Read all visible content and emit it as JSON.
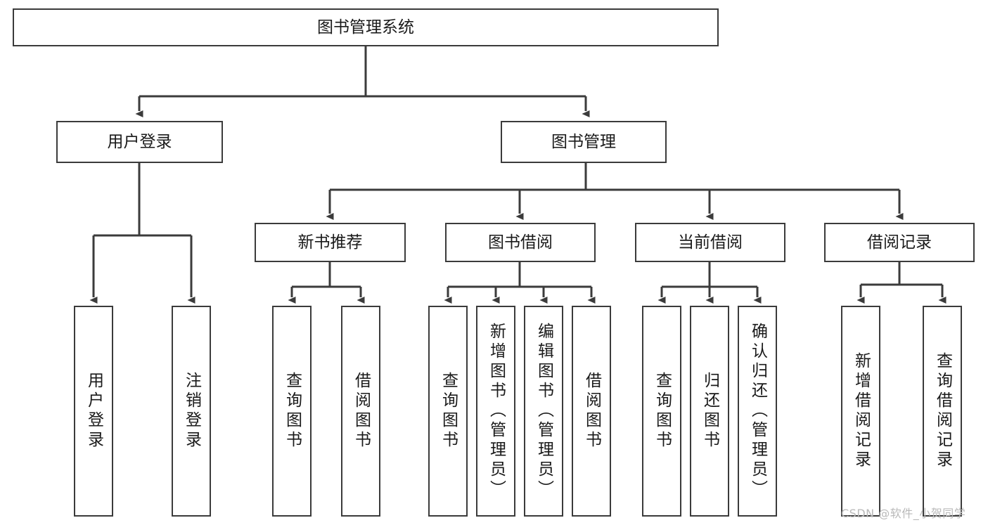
{
  "diagram": {
    "title": "图书管理系统",
    "type": "hierarchy-tree",
    "orientation": "top-down",
    "root": {
      "label": "图书管理系统"
    },
    "level2": [
      {
        "label": "用户登录"
      },
      {
        "label": "图书管理"
      }
    ],
    "level3": [
      {
        "label": "新书推荐"
      },
      {
        "label": "图书借阅"
      },
      {
        "label": "当前借阅"
      },
      {
        "label": "借阅记录"
      }
    ],
    "leaves": {
      "user_login": [
        {
          "label": "用户登录"
        },
        {
          "label": "注销登录"
        }
      ],
      "new_book_recommend": [
        {
          "label": "查询图书"
        },
        {
          "label": "借阅图书"
        }
      ],
      "book_borrow": [
        {
          "label": "查询图书"
        },
        {
          "label": "新增图书（管理员）"
        },
        {
          "label": "编辑图书（管理员）"
        },
        {
          "label": "借阅图书"
        }
      ],
      "current_borrow": [
        {
          "label": "查询图书"
        },
        {
          "label": "归还图书"
        },
        {
          "label": "确认归还（管理员）"
        }
      ],
      "borrow_record": [
        {
          "label": "新增借阅记录"
        },
        {
          "label": "查询借阅记录"
        }
      ]
    }
  },
  "watermark": {
    "text": "CSDN @软件_小贺同学"
  },
  "colors": {
    "stroke": "#3b3b3b",
    "background": "#ffffff",
    "text": "#1a1a1a",
    "watermark": "#b9b9b9"
  }
}
